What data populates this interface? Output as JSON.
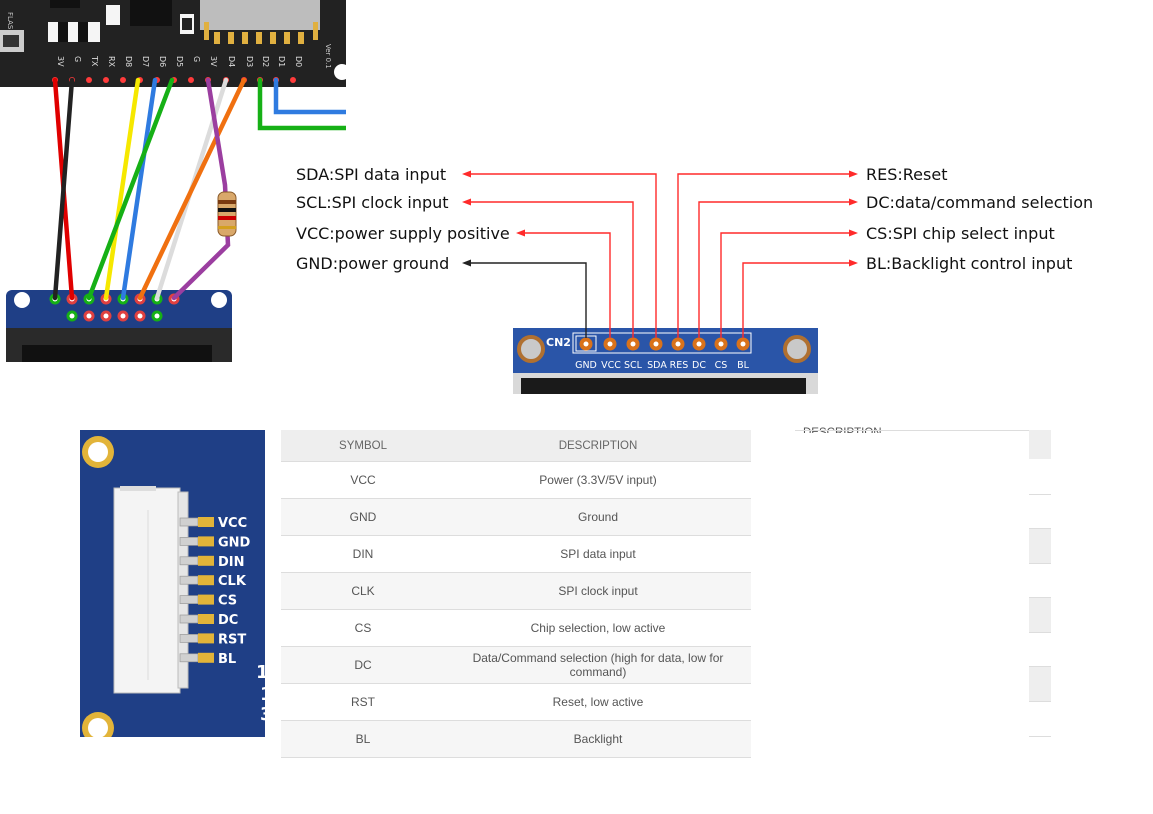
{
  "wiring_photo": {
    "board_pin_labels": [
      "3V",
      "G",
      "TX",
      "RX",
      "D8",
      "D7",
      "D6",
      "D5",
      "G",
      "3V",
      "D4",
      "D3",
      "D2",
      "D1",
      "D0"
    ],
    "flash_label": "FLASH",
    "version_label": "Ver 0.1"
  },
  "pinout": {
    "left_labels": [
      "SDA:SPI data input",
      "SCL:SPI clock input",
      "VCC:power supply positive",
      "GND:power ground"
    ],
    "right_labels": [
      "RES:Reset",
      "DC:data/command selection",
      "CS:SPI chip select input",
      "BL:Backlight control input"
    ],
    "connector_name": "CN2",
    "pins": [
      "GND",
      "VCC",
      "SCL",
      "SDA",
      "RES",
      "DC",
      "CS",
      "BL"
    ],
    "colors": {
      "arrow_red": "#ff2a2a",
      "arrow_black": "#222222",
      "pcb_blue": "#2a55a8",
      "pad_orange": "#d9721a"
    }
  },
  "board_photo": {
    "pins": [
      "VCC",
      "GND",
      "DIN",
      "CLK",
      "CS",
      "DC",
      "RST",
      "BL"
    ],
    "colors": {
      "pcb": "#1f3f86",
      "gold": "#e2b439"
    }
  },
  "pin_table": {
    "headers": {
      "symbol": "SYMBOL",
      "description": "DESCRIPTION"
    },
    "rows": [
      {
        "symbol": "VCC",
        "description": "Power (3.3V/5V input)"
      },
      {
        "symbol": "GND",
        "description": "Ground"
      },
      {
        "symbol": "DIN",
        "description": "SPI data input"
      },
      {
        "symbol": "CLK",
        "description": "SPI clock input"
      },
      {
        "symbol": "CS",
        "description": "Chip selection, low active"
      },
      {
        "symbol": "DC",
        "description": "Data/Command selection (high for data, low for command)"
      },
      {
        "symbol": "RST",
        "description": "Reset, low active"
      },
      {
        "symbol": "BL",
        "description": "Backlight"
      }
    ]
  },
  "fragment": {
    "header_text": "DESCRIPTION"
  }
}
